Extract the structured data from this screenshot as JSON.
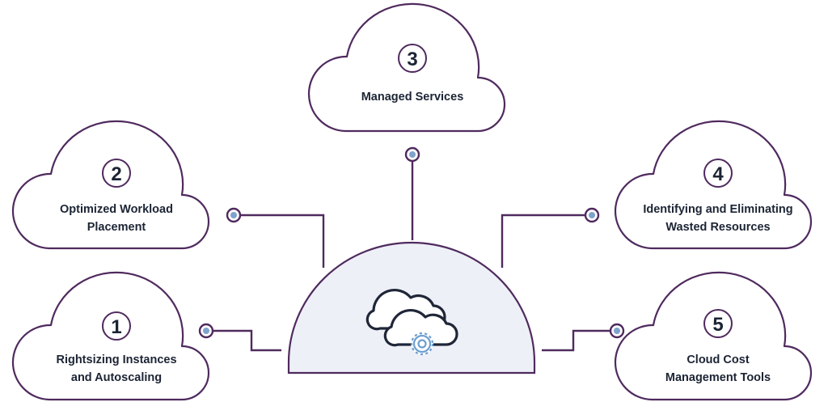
{
  "nodes": [
    {
      "id": "n1",
      "number": "1",
      "lines": [
        "Rightsizing Instances",
        "and Autoscaling"
      ]
    },
    {
      "id": "n2",
      "number": "2",
      "lines": [
        "Optimized Workload",
        "Placement"
      ]
    },
    {
      "id": "n3",
      "number": "3",
      "lines": [
        "Managed Services"
      ]
    },
    {
      "id": "n4",
      "number": "4",
      "lines": [
        "Identifying and Eliminating",
        "Wasted Resources"
      ]
    },
    {
      "id": "n5",
      "number": "5",
      "lines": [
        "Cloud Cost",
        "Management Tools"
      ]
    }
  ],
  "center": {
    "icon": "cloud-gear-icon"
  },
  "colors": {
    "outline": "#4f2a5e",
    "dome_fill": "#eef0f7",
    "dot": "#7fa3cc",
    "text": "#1c2434",
    "gear": "#6e9fd0"
  }
}
